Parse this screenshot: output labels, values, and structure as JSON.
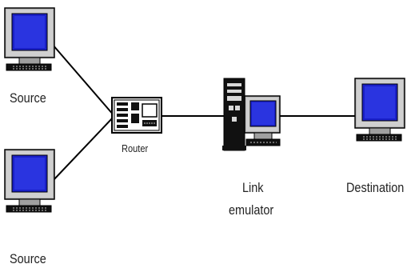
{
  "diagram": {
    "nodes": {
      "source_top": {
        "label": "Source",
        "icon": "computer-icon"
      },
      "source_bottom": {
        "label": "Source",
        "icon": "computer-icon"
      },
      "router": {
        "label": "Router",
        "icon": "router-icon"
      },
      "link_emulator": {
        "label_line1": "Link",
        "label_line2": "emulator",
        "icon": "tower-computer-icon"
      },
      "destination": {
        "label": "Destination",
        "icon": "computer-icon"
      }
    },
    "edges": [
      {
        "from": "source_top",
        "to": "router"
      },
      {
        "from": "source_bottom",
        "to": "router"
      },
      {
        "from": "router",
        "to": "link_emulator"
      },
      {
        "from": "link_emulator",
        "to": "destination"
      }
    ],
    "colors": {
      "monitor_frame": "#c8c8c8",
      "screen": "#1a20c8",
      "device_dark": "#111111",
      "line": "#000000",
      "text": "#222222"
    }
  }
}
